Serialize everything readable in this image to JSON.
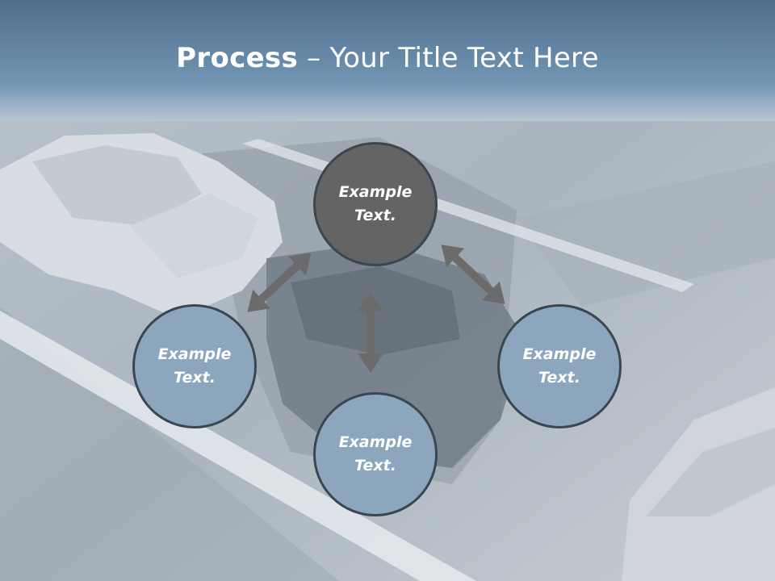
{
  "title": {
    "bold": "Process",
    "rest": " – Your Title Text Here"
  },
  "nodes": {
    "top": {
      "line1": "Example",
      "line2": "Text."
    },
    "left": {
      "line1": "Example",
      "line2": "Text."
    },
    "right": {
      "line1": "Example",
      "line2": "Text."
    },
    "bottom": {
      "line1": "Example",
      "line2": "Text."
    }
  },
  "colors": {
    "center_node": "#646464",
    "outer_node": "#8ca7bd",
    "arrow": "#666666",
    "title_band": "#6a8aa8"
  }
}
